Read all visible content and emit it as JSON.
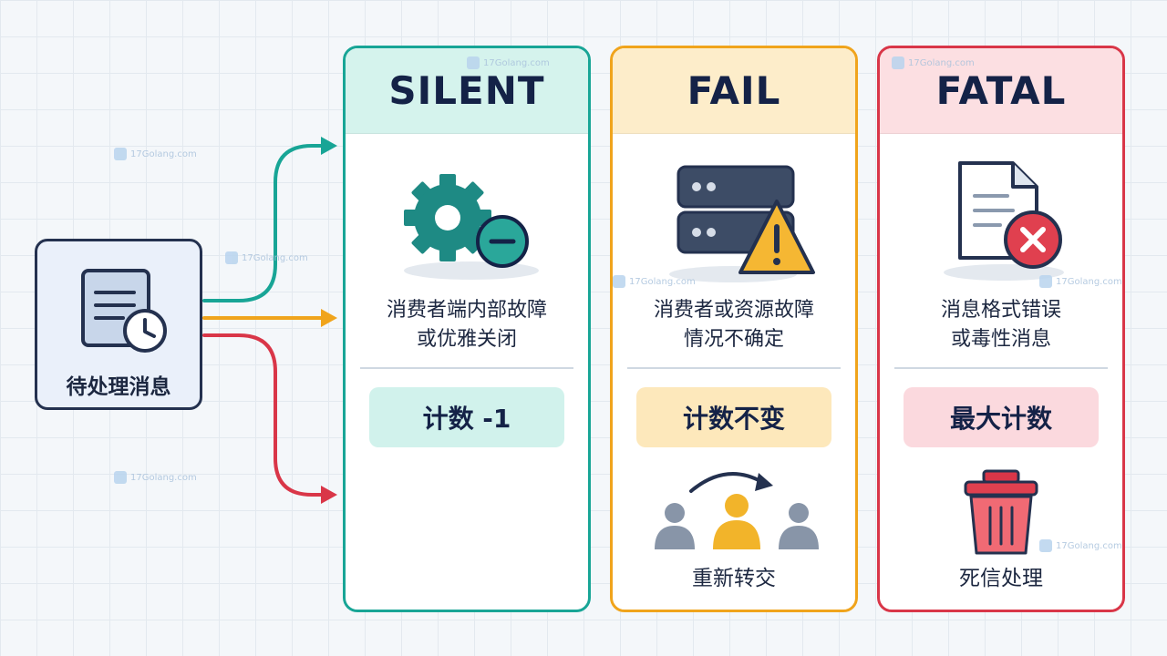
{
  "source": {
    "label": "待处理消息"
  },
  "cards": [
    {
      "title": "SILENT",
      "desc_line1": "消费者端内部故障",
      "desc_line2": "或优雅关闭",
      "pill": "计数 -1",
      "action": ""
    },
    {
      "title": "FAIL",
      "desc_line1": "消费者或资源故障",
      "desc_line2": "情况不确定",
      "pill": "计数不变",
      "action": "重新转交"
    },
    {
      "title": "FATAL",
      "desc_line1": "消息格式错误",
      "desc_line2": "或毒性消息",
      "pill": "最大计数",
      "action": "死信处理"
    }
  ],
  "colors": {
    "silent": "#18a596",
    "fail": "#f0a41c",
    "fatal": "#d93648",
    "navy": "#24314f"
  },
  "icons": {
    "source": "document-clock-icon",
    "silent": "gear-minus-icon",
    "fail": "server-warning-icon",
    "fatal": "document-error-icon",
    "redeliver": "users-redeliver-icon",
    "deadletter": "trash-icon"
  },
  "watermark": {
    "text": "17Golang.com"
  }
}
